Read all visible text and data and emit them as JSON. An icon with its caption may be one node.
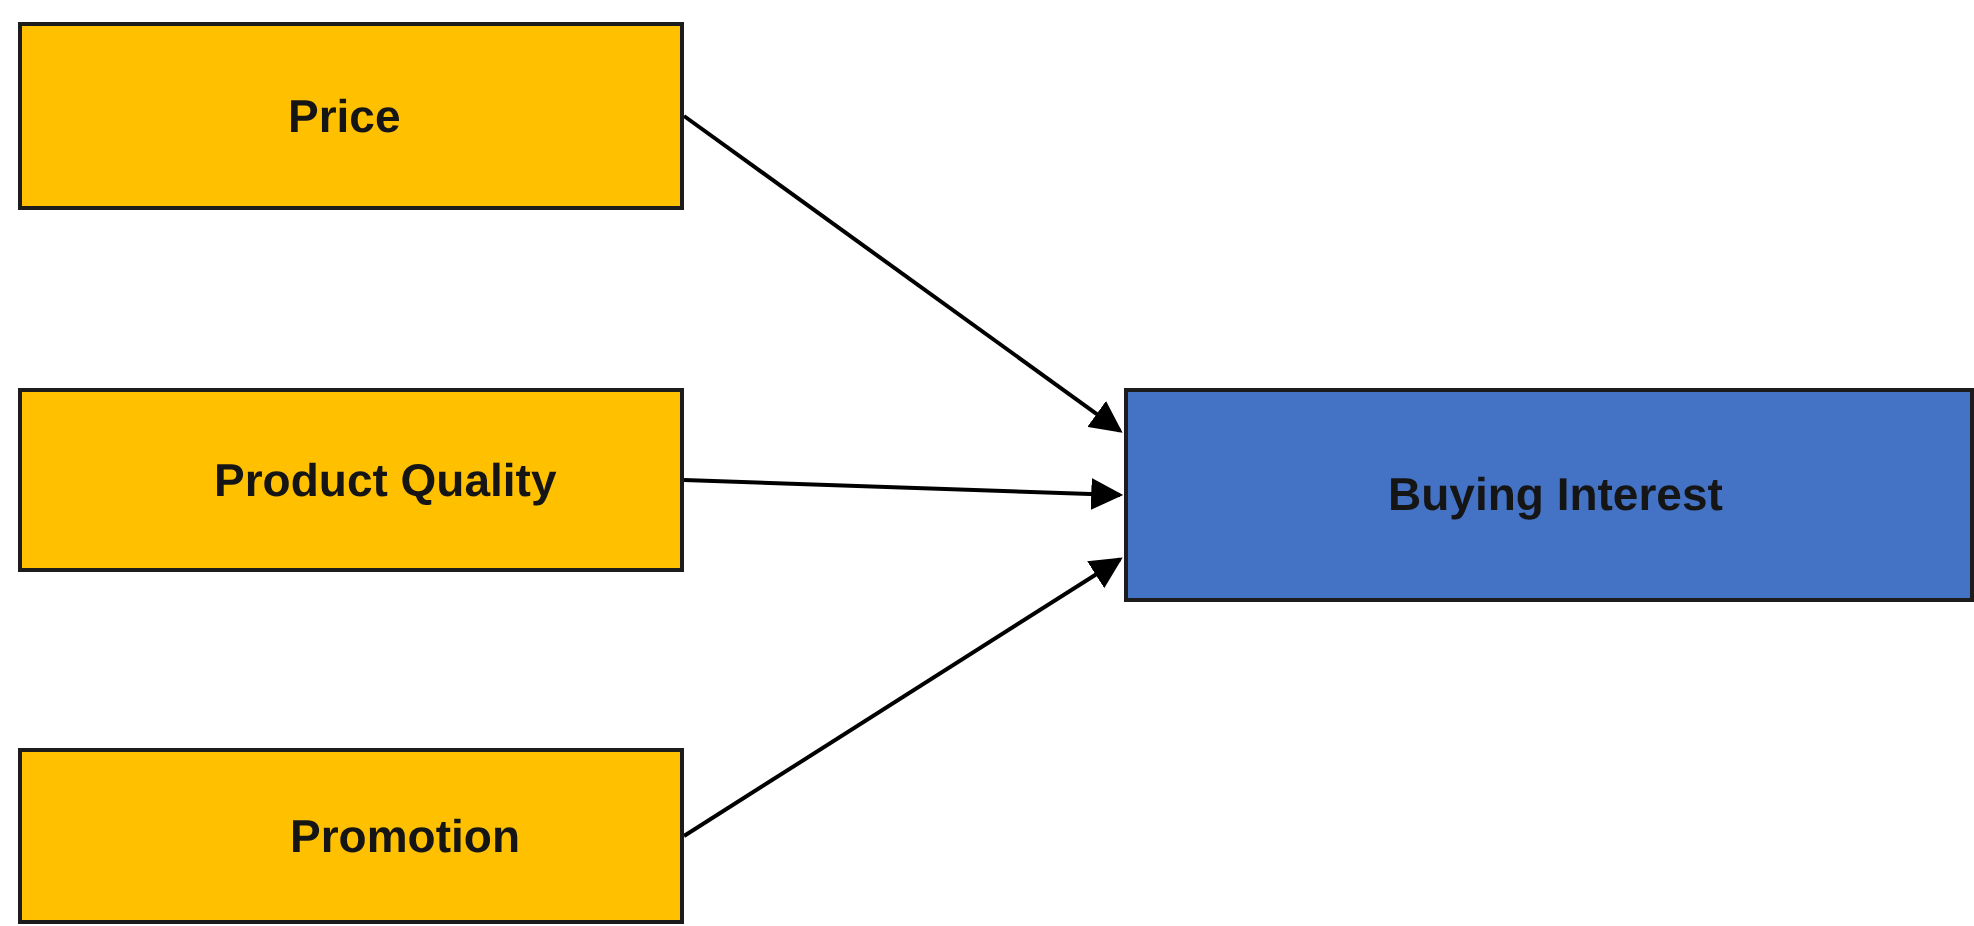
{
  "diagram": {
    "nodes": [
      {
        "text": [
          "Price"
        ]
      },
      {
        "text": [
          "Product Quality"
        ]
      },
      {
        "text": [
          "Promotion"
        ]
      },
      {
        "text": [
          "Buying Interest"
        ]
      }
    ],
    "edges": [
      {
        "from": 0,
        "to": 3,
        "arrow": "to"
      },
      {
        "from": 1,
        "to": 3,
        "arrow": "to"
      },
      {
        "from": 2,
        "to": 3,
        "arrow": "to"
      }
    ]
  }
}
